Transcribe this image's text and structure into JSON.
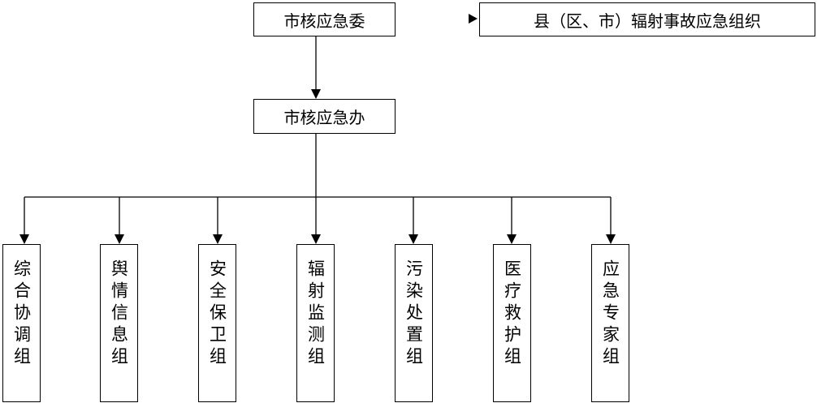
{
  "top": {
    "label": "市核应急委"
  },
  "side": {
    "label": "县（区、市）辐射事故应急组织"
  },
  "middle": {
    "label": "市核应急办"
  },
  "groups": [
    {
      "label": "综合协调组"
    },
    {
      "label": "舆情信息组"
    },
    {
      "label": "安全保卫组"
    },
    {
      "label": "辐射监测组"
    },
    {
      "label": "污染处置组"
    },
    {
      "label": "医疗救护组"
    },
    {
      "label": "应急专家组"
    }
  ]
}
